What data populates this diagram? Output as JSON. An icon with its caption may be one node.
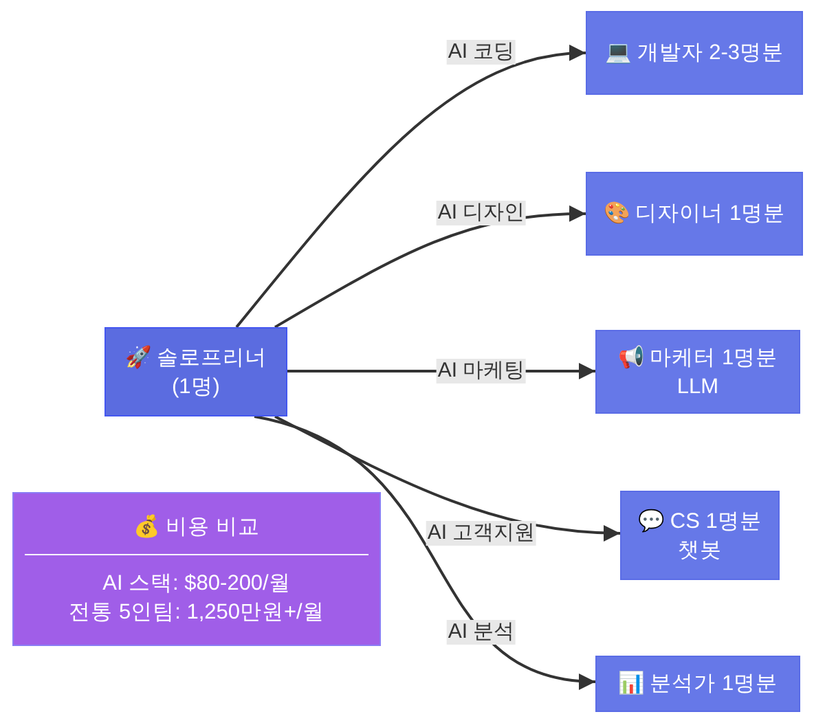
{
  "diagram": {
    "nodes": [
      {
        "text": [
          "🚀 솔로프리너 (1명)"
        ]
      },
      {
        "text": [
          "💻 개발자 2-3명분"
        ]
      },
      {
        "text": [
          "🎨 디자이너 1명분"
        ]
      },
      {
        "text": [
          "📢 마케터 1명분",
          "LLM"
        ]
      },
      {
        "text": [
          "💰 비용 비교",
          "AI 스택: $80-200/월",
          "전통 5인팀: 1,250만원+/월"
        ]
      },
      {
        "text": [
          "💬 CS 1명분",
          "챗봇"
        ]
      },
      {
        "text": [
          "📊 분석가 1명분"
        ]
      }
    ],
    "edges": [
      {
        "from": 0,
        "to": 1,
        "arrow": "to",
        "label": "AI 코딩"
      },
      {
        "from": 0,
        "to": 2,
        "arrow": "to",
        "label": "AI 디자인"
      },
      {
        "from": 0,
        "to": 3,
        "arrow": "to",
        "label": "AI 마케팅"
      },
      {
        "from": 0,
        "to": 5,
        "arrow": "to",
        "label": "AI 고객지원"
      },
      {
        "from": 0,
        "to": 6,
        "arrow": "to",
        "label": "AI 분석"
      }
    ]
  }
}
